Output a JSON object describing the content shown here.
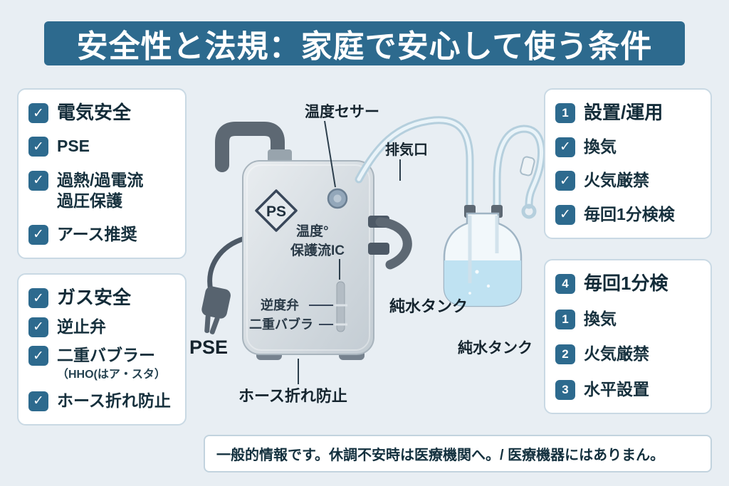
{
  "title": "安全性と法規：家庭で安心して使う条件",
  "icons": {
    "check": "✓"
  },
  "colors": {
    "accent": "#2d6a8e",
    "background": "#e8eef3",
    "panel_border": "#c9d9e4",
    "water": "#bfe2f2"
  },
  "left_boxes": [
    {
      "header": "電気安全",
      "items": [
        {
          "label": "PSE"
        },
        {
          "label": "過熱/過電流",
          "label2": "過圧保護"
        },
        {
          "label": "アース推奨"
        }
      ]
    },
    {
      "header": "ガス安全",
      "items": [
        {
          "label": "逆止弁"
        },
        {
          "label": "二重バブラー",
          "sub": "（HHO(はア・スタ）"
        },
        {
          "label": "ホース折れ防止"
        }
      ]
    }
  ],
  "right_box_1": {
    "number": "1",
    "header": "設置/運用",
    "items": [
      {
        "label": "換気"
      },
      {
        "label": "火気厳禁"
      },
      {
        "label": "毎回1分検検"
      }
    ]
  },
  "right_box_2": {
    "number": "4",
    "header": "毎回1分検",
    "items": [
      {
        "number": "1",
        "label": "換気"
      },
      {
        "number": "2",
        "label": "火気厳禁"
      },
      {
        "number": "3",
        "label": "水平設置"
      }
    ]
  },
  "diagram": {
    "ps_mark": "PS",
    "label_temp_sensor": "温度セサー",
    "label_exhaust": "排気口",
    "label_temp": "温度°",
    "label_protection_ic": "保護流IC",
    "label_check_valve": "逆度弁",
    "label_double_bubbler": "二重バブラ",
    "label_pse": "PSE",
    "label_hose_guard": "ホース折れ防止",
    "label_tank_center": "純水タンク",
    "label_tank_right": "純水タンク"
  },
  "footer": "一般的情報です。休調不安時は医療機関へ。/ 医療機器にはありまん。"
}
